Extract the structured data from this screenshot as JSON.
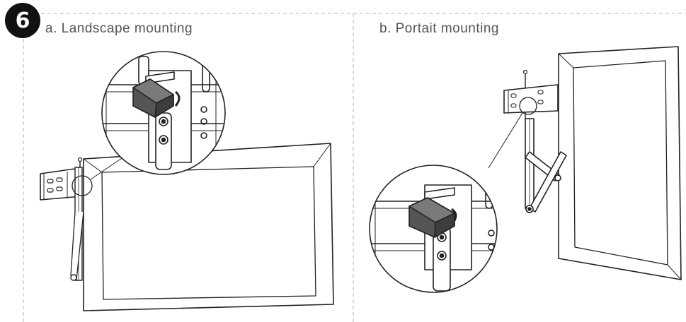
{
  "step": {
    "number": "6"
  },
  "panels": [
    {
      "caption": "a. Landscape mounting"
    },
    {
      "caption": "b. Portait mounting"
    }
  ]
}
